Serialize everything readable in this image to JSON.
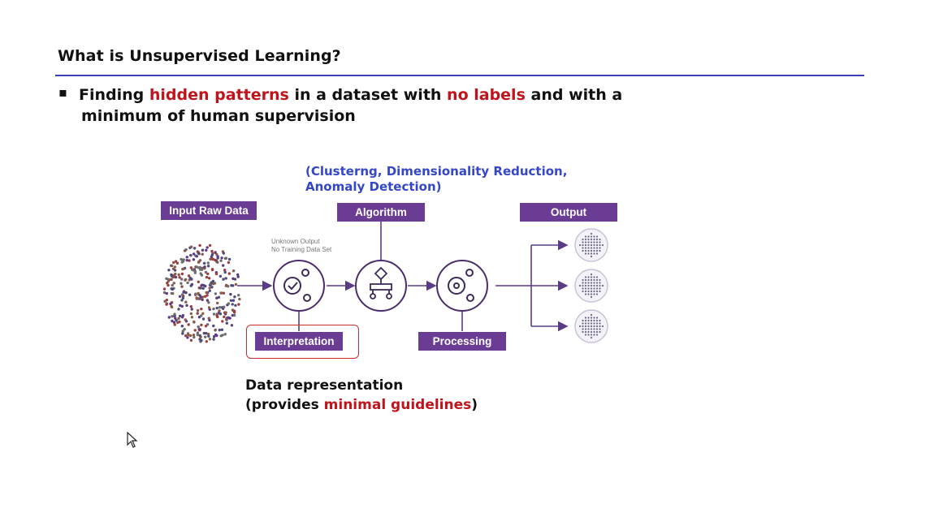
{
  "slide": {
    "title": "What is Unsupervised Learning?",
    "bullet_marker": "▪",
    "bullet": {
      "part1": "Finding ",
      "highlight1": "hidden patterns",
      "part2": " in a dataset with ",
      "highlight2": "no labels",
      "part3": " and with a",
      "line2": "minimum of human supervision"
    },
    "algorithm_note_line1": "(Clusterng, Dimensionality Reduction,",
    "algorithm_note_line2": "Anomaly Detection)",
    "representation_line1": "Data representation",
    "representation_line2_prefix": "(provides ",
    "representation_line2_highlight": "minimal guidelines",
    "representation_line2_suffix": ")"
  },
  "diagram": {
    "tags": {
      "input": "Input Raw Data",
      "algorithm": "Algorithm",
      "output": "Output",
      "interpretation": "Interpretation",
      "processing": "Processing"
    },
    "unknown_note_line1": "Unknown Output",
    "unknown_note_line2": "No Training Data Set",
    "colors": {
      "tag_purple": "#6b3c94",
      "highlight_red": "#c0141c",
      "note_blue": "#3447c9",
      "rule_blue": "#3a3fb8"
    }
  }
}
